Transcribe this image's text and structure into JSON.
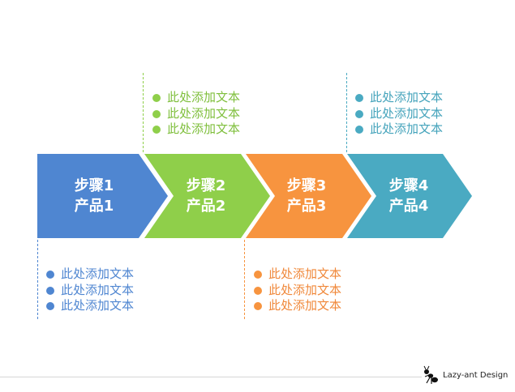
{
  "colors": {
    "blue": "#4f86d1",
    "green": "#8fcf4a",
    "orange": "#f7943f",
    "teal": "#4aaac2",
    "text_blue": "#4f86d1",
    "text_green": "#7fbf3c",
    "text_orange": "#f0883a",
    "text_teal": "#44a3bb"
  },
  "steps": [
    {
      "step": "步骤1",
      "product": "产品1",
      "color": "#4f86d1"
    },
    {
      "step": "步骤2",
      "product": "产品2",
      "color": "#8fcf4a"
    },
    {
      "step": "步骤3",
      "product": "产品3",
      "color": "#f7943f"
    },
    {
      "step": "步骤4",
      "product": "产品4",
      "color": "#4aaac2"
    }
  ],
  "notes": {
    "step1": [
      "此处添加文本",
      "此处添加文本",
      "此处添加文本"
    ],
    "step2": [
      "此处添加文本",
      "此处添加文本",
      "此处添加文本"
    ],
    "step3": [
      "此处添加文本",
      "此处添加文本",
      "此处添加文本"
    ],
    "step4": [
      "此处添加文本",
      "此处添加文本",
      "此处添加文本"
    ]
  },
  "footer": {
    "brand": "Lazy-ant Design",
    "logo_icon": "ant-icon"
  }
}
